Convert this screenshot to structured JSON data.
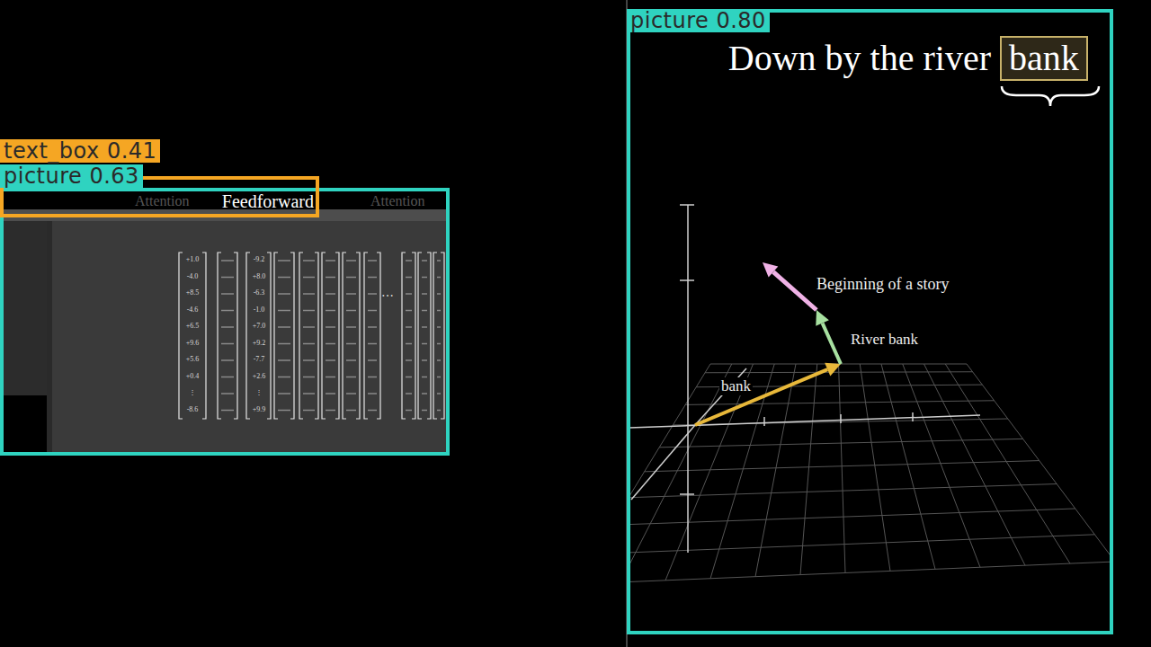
{
  "diagram": {
    "nodes": [
      {
        "text": [
          "picture 0.63"
        ]
      },
      {
        "text": [
          "text_box 0.41",
          "Feedforward"
        ]
      },
      {
        "text": [
          "picture 0.80"
        ]
      },
      {
        "text": [
          "bank"
        ],
        "in": 2
      }
    ],
    "labels": [
      "Attention",
      "Attention",
      "Down by the river",
      "Beginning of a story",
      "River bank",
      "bank",
      "+1.0",
      "-4.0",
      "+8.5",
      "-4.6",
      "+6.5",
      "+9.6",
      "+5.6",
      "+0.4",
      "⋮",
      "-8.6",
      "-9.2",
      "+8.0",
      "-6.3",
      "-1.0",
      "+7.0",
      "+9.2",
      "-7.7",
      "+2.6",
      "⋮",
      "+9.9",
      "⋯"
    ]
  }
}
